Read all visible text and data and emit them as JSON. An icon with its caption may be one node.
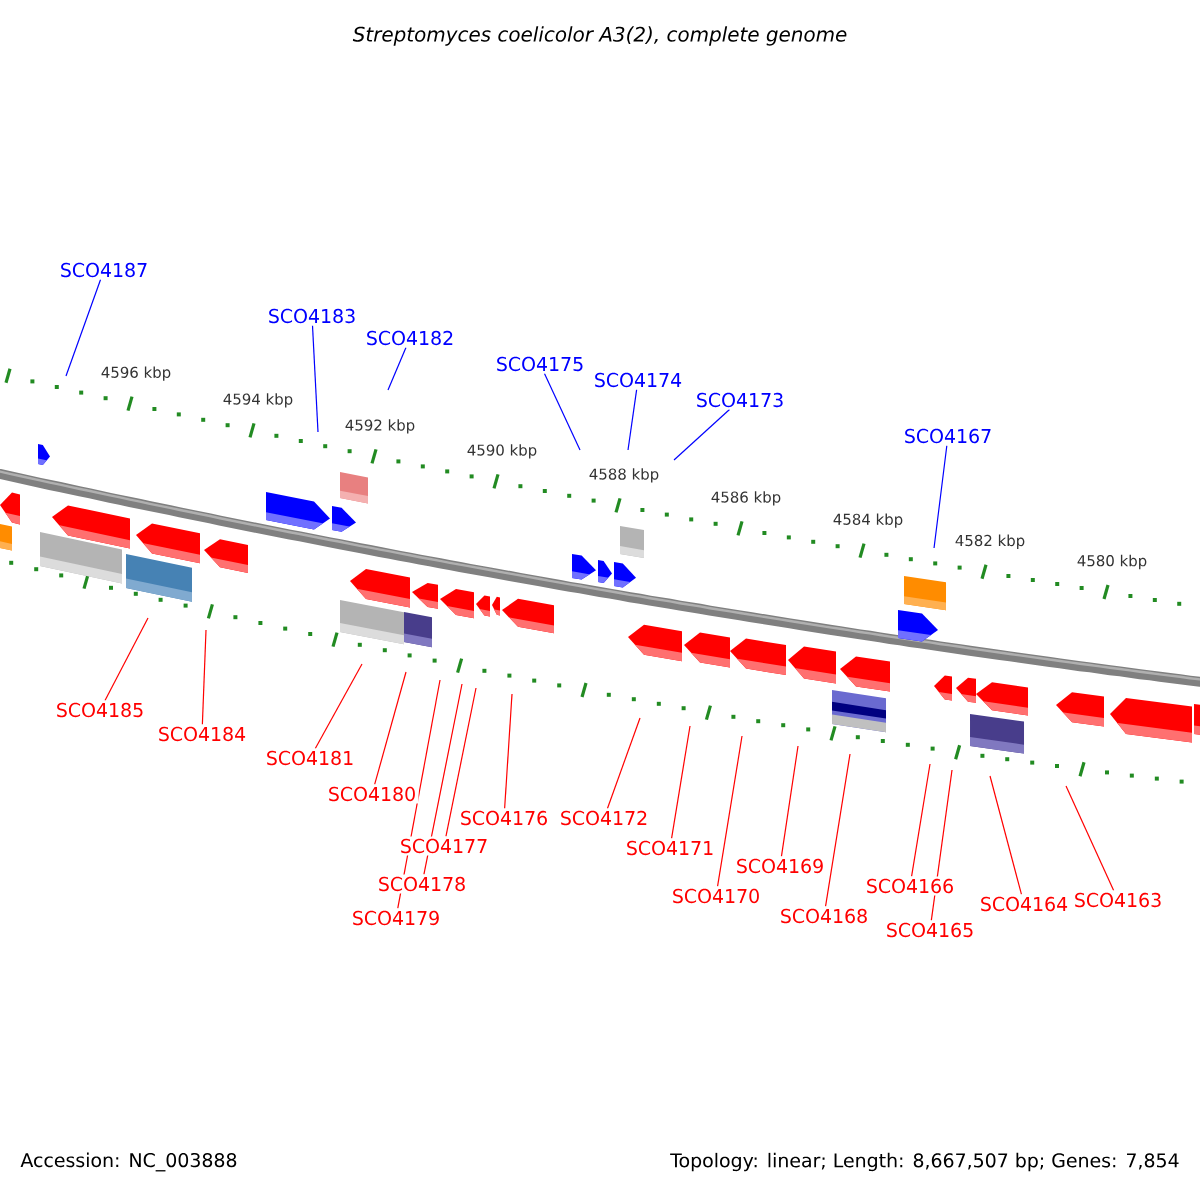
{
  "diagram": {
    "title": "Streptomyces coelicolor A3(2), complete genome",
    "nodes": [
      {
        "text": [
          "SCO4187"
        ]
      },
      {
        "text": [
          "SCO4183"
        ]
      },
      {
        "text": [
          "SCO4182"
        ]
      },
      {
        "text": [
          "SCO4175"
        ]
      },
      {
        "text": [
          "SCO4174"
        ]
      },
      {
        "text": [
          "SCO4173"
        ]
      },
      {
        "text": [
          "SCO4167"
        ]
      },
      {
        "text": [
          "SCO4185"
        ]
      },
      {
        "text": [
          "SCO4184"
        ]
      },
      {
        "text": [
          "SCO4181"
        ]
      },
      {
        "text": [
          "SCO4180"
        ]
      },
      {
        "text": [
          "SCO4179"
        ]
      },
      {
        "text": [
          "SCO4178"
        ]
      },
      {
        "text": [
          "SCO4177"
        ]
      },
      {
        "text": [
          "SCO4176"
        ]
      },
      {
        "text": [
          "SCO4172"
        ]
      },
      {
        "text": [
          "SCO4171"
        ]
      },
      {
        "text": [
          "SCO4170"
        ]
      },
      {
        "text": [
          "SCO4169"
        ]
      },
      {
        "text": [
          "SCO4168"
        ]
      },
      {
        "text": [
          "SCO4166"
        ]
      },
      {
        "text": [
          "SCO4165"
        ]
      },
      {
        "text": [
          "SCO4164"
        ]
      },
      {
        "text": [
          "SCO4163"
        ]
      }
    ],
    "edges": [
      {
        "from": 0,
        "to": null,
        "arrow": "none",
        "color": "#0000ff"
      },
      {
        "from": 1,
        "to": null,
        "arrow": "none",
        "color": "#0000ff"
      },
      {
        "from": 2,
        "to": null,
        "arrow": "none",
        "color": "#0000ff"
      },
      {
        "from": 3,
        "to": null,
        "arrow": "none",
        "color": "#0000ff"
      },
      {
        "from": 4,
        "to": null,
        "arrow": "none",
        "color": "#0000ff"
      },
      {
        "from": 5,
        "to": null,
        "arrow": "none",
        "color": "#0000ff"
      },
      {
        "from": 6,
        "to": null,
        "arrow": "none",
        "color": "#0000ff"
      },
      {
        "from": 7,
        "to": null,
        "arrow": "none"
      },
      {
        "from": 8,
        "to": null,
        "arrow": "none"
      },
      {
        "from": 9,
        "to": null,
        "arrow": "none"
      },
      {
        "from": 10,
        "to": null,
        "arrow": "none"
      },
      {
        "from": 11,
        "to": null,
        "arrow": "none"
      },
      {
        "from": 12,
        "to": null,
        "arrow": "none"
      },
      {
        "from": 13,
        "to": null,
        "arrow": "none"
      },
      {
        "from": 14,
        "to": null,
        "arrow": "none"
      },
      {
        "from": 15,
        "to": null,
        "arrow": "none"
      },
      {
        "from": 16,
        "to": null,
        "arrow": "none"
      },
      {
        "from": 17,
        "to": null,
        "arrow": "none"
      },
      {
        "from": 18,
        "to": null,
        "arrow": "none"
      },
      {
        "from": 19,
        "to": null,
        "arrow": "none"
      },
      {
        "from": 20,
        "to": null,
        "arrow": "none"
      },
      {
        "from": 21,
        "to": null,
        "arrow": "none"
      },
      {
        "from": 22,
        "to": null,
        "arrow": "none"
      },
      {
        "from": 23,
        "to": null,
        "arrow": "none"
      }
    ],
    "labels": [
      "4596 kbp",
      "4594 kbp",
      "4592 kbp",
      "4590 kbp",
      "4588 kbp",
      "4586 kbp",
      "4584 kbp",
      "4582 kbp",
      "4580 kbp",
      "Accession: NC_003888",
      "Topology: linear; Length: 8,667,507 bp; Genes: 7,854"
    ]
  }
}
